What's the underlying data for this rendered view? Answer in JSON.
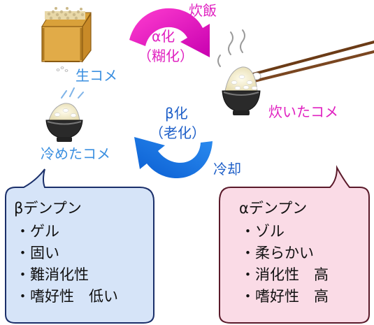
{
  "top_arrow": {
    "line1": "α化",
    "line2": "（糊化）",
    "label": "炊飯"
  },
  "bottom_arrow": {
    "line1": "β化",
    "line2": "（老化）",
    "label": "冷却"
  },
  "raw_rice": {
    "label": "生コメ"
  },
  "cooked_rice": {
    "label": "炊いたコメ"
  },
  "cooled_rice": {
    "label": "冷めたコメ"
  },
  "beta_box": {
    "title": "βデンプン",
    "items": [
      "・ゲル",
      "・固い",
      "・難消化性",
      "・嗜好性　低い"
    ]
  },
  "alpha_box": {
    "title": "αデンプン",
    "items": [
      "・ゾル",
      "・柔らかい",
      "・消化性　高",
      "・嗜好性　高"
    ]
  },
  "colors": {
    "alpha_accent": "#e020c0",
    "beta_accent": "#1e6fdc",
    "beta_box_fill": "#d6e4f8",
    "alpha_box_fill": "#fadbe6"
  }
}
